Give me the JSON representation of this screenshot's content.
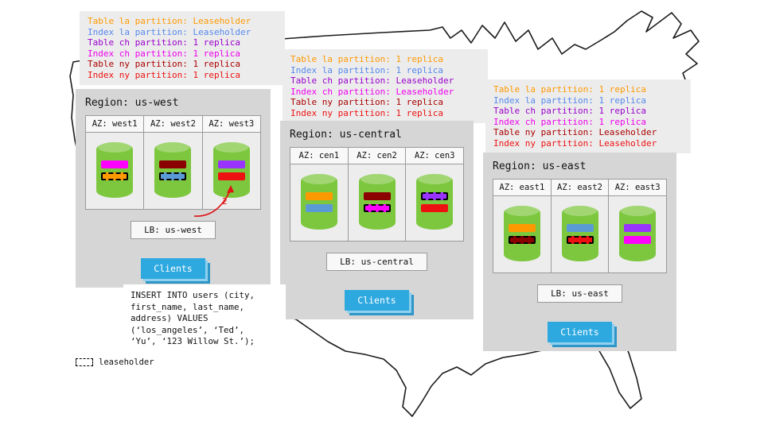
{
  "palette": {
    "legend_bg": "#ececec",
    "region_bg": "#d6d6d6",
    "cylinder_green": "#7dc73e",
    "clients_blue": "#2ea9e0",
    "annotation_red": "#e01212",
    "map_stroke": "#1b1b1b"
  },
  "legend_blocks": [
    {
      "region": "us-west",
      "lines": [
        {
          "text": "Table la partition: Leaseholder",
          "color": "#ff9900"
        },
        {
          "text": "Index la partition: Leaseholder",
          "color": "#5588ee"
        },
        {
          "text": "Table ch partition: 1 replica",
          "color": "#9900cc"
        },
        {
          "text": "Index ch partition: 1 replica",
          "color": "#ee00ee"
        },
        {
          "text": "Table ny partition: 1 replica",
          "color": "#aa0000"
        },
        {
          "text": "Index ny partition: 1 replica",
          "color": "#ee1111"
        }
      ]
    },
    {
      "region": "us-central",
      "lines": [
        {
          "text": "Table la partition: 1 replica",
          "color": "#ff9900"
        },
        {
          "text": "Index la partition: 1 replica",
          "color": "#5588ee"
        },
        {
          "text": "Table ch partition: Leaseholder",
          "color": "#9900cc"
        },
        {
          "text": "Index ch partition: Leaseholder",
          "color": "#ee00ee"
        },
        {
          "text": "Table ny partition: 1 replica",
          "color": "#aa0000"
        },
        {
          "text": "Index ny partition: 1 replica",
          "color": "#ee1111"
        }
      ]
    },
    {
      "region": "us-east",
      "lines": [
        {
          "text": "Table la partition: 1 replica",
          "color": "#ff9900"
        },
        {
          "text": "Index la partition: 1 replica",
          "color": "#5588ee"
        },
        {
          "text": "Table ch partition: 1 replica",
          "color": "#9900cc"
        },
        {
          "text": "Index ch partition: 1 replica",
          "color": "#ee00ee"
        },
        {
          "text": "Table ny partition: Leaseholder",
          "color": "#aa0000"
        },
        {
          "text": "Index ny partition: Leaseholder",
          "color": "#ee1111"
        }
      ]
    }
  ],
  "regions": [
    {
      "title": "Region: us-west",
      "lb": "LB: us-west",
      "clients": "Clients",
      "azs": [
        {
          "label": "AZ: west1",
          "bars": [
            {
              "color": "#ff00ff",
              "leaseholder": false
            },
            {
              "color": "#ff9900",
              "leaseholder": true
            }
          ]
        },
        {
          "label": "AZ: west2",
          "bars": [
            {
              "color": "#8b0000",
              "leaseholder": false
            },
            {
              "color": "#5b9bd5",
              "leaseholder": true
            }
          ]
        },
        {
          "label": "AZ: west3",
          "bars": [
            {
              "color": "#9933ff",
              "leaseholder": false
            },
            {
              "color": "#ee1111",
              "leaseholder": false
            }
          ]
        }
      ]
    },
    {
      "title": "Region: us-central",
      "lb": "LB: us-central",
      "clients": "Clients",
      "azs": [
        {
          "label": "AZ: cen1",
          "bars": [
            {
              "color": "#ff9900",
              "leaseholder": false
            },
            {
              "color": "#5b9bd5",
              "leaseholder": false
            }
          ]
        },
        {
          "label": "AZ: cen2",
          "bars": [
            {
              "color": "#8b0000",
              "leaseholder": false
            },
            {
              "color": "#ff00ff",
              "leaseholder": true
            }
          ]
        },
        {
          "label": "AZ: cen3",
          "bars": [
            {
              "color": "#9933ff",
              "leaseholder": true
            },
            {
              "color": "#ee1111",
              "leaseholder": false
            }
          ]
        }
      ]
    },
    {
      "title": "Region: us-east",
      "lb": "LB: us-east",
      "clients": "Clients",
      "azs": [
        {
          "label": "AZ: east1",
          "bars": [
            {
              "color": "#ff9900",
              "leaseholder": false
            },
            {
              "color": "#8b0000",
              "leaseholder": true
            }
          ]
        },
        {
          "label": "AZ: east2",
          "bars": [
            {
              "color": "#5b9bd5",
              "leaseholder": false
            },
            {
              "color": "#ee1111",
              "leaseholder": true
            }
          ]
        },
        {
          "label": "AZ: east3",
          "bars": [
            {
              "color": "#9933ff",
              "leaseholder": false
            },
            {
              "color": "#ff00ff",
              "leaseholder": false
            }
          ]
        }
      ]
    }
  ],
  "sql_note": "INSERT INTO users (city,\nfirst_name, last_name,\naddress) VALUES\n(‘los_angeles’, ‘Ted’,\n‘Yu’, ‘123 Willow St.’);",
  "annotation": {
    "label": "2"
  },
  "leaseholder_legend": {
    "label": "leaseholder"
  }
}
